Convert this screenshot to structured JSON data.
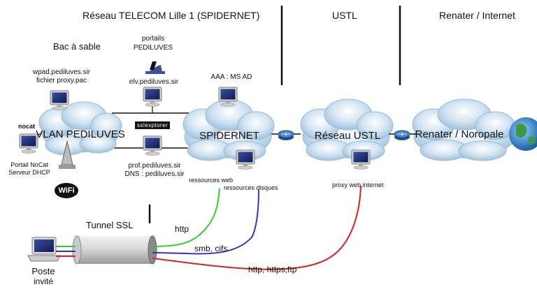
{
  "zones": {
    "spidernet_zone": "Réseau TELECOM Lille 1 (SPIDERNET)",
    "ustl_zone": "USTL",
    "renater_zone": "Renater / Internet"
  },
  "sandbox_label": "Bac à sable",
  "clouds": {
    "vlan": "VLAN PEDILUVES",
    "spidernet": "SPIDERNET",
    "ustl": "Réseau USTL",
    "renater": "Renater / Noropale"
  },
  "servers": {
    "wpad_line1": "wpad.pediluves.sir",
    "wpad_line2": "fichier proxy.pac",
    "portails_line1": "portails",
    "portails_line2": "PEDILUVES",
    "elv": "elv.pediluves.sir",
    "aaa": "AAA : MS AD",
    "nocat_line1": "Portail NoCat",
    "nocat_line2": "Serveur DHCP",
    "prof_line1": "prof.pediluves.sir",
    "prof_line2": "DNS : pediluves.sir",
    "ressources_web": "ressources  web",
    "ressources_disques": "ressources disques",
    "proxy": "proxy web internet"
  },
  "logos": {
    "sslexplorer": "sslexplorer",
    "nocat": "nocat",
    "wifi": "WiFi"
  },
  "tunnel_label": "Tunnel SSL",
  "client_line1": "Poste",
  "client_line2": "invité",
  "links": {
    "http": "http",
    "smb": "smb, cifs",
    "https": "http, https,ftp"
  },
  "colors": {
    "http_line": "#33cc33",
    "smb_line": "#3333cc",
    "https_line": "#e02020",
    "cloud": "#bcd6ea"
  }
}
